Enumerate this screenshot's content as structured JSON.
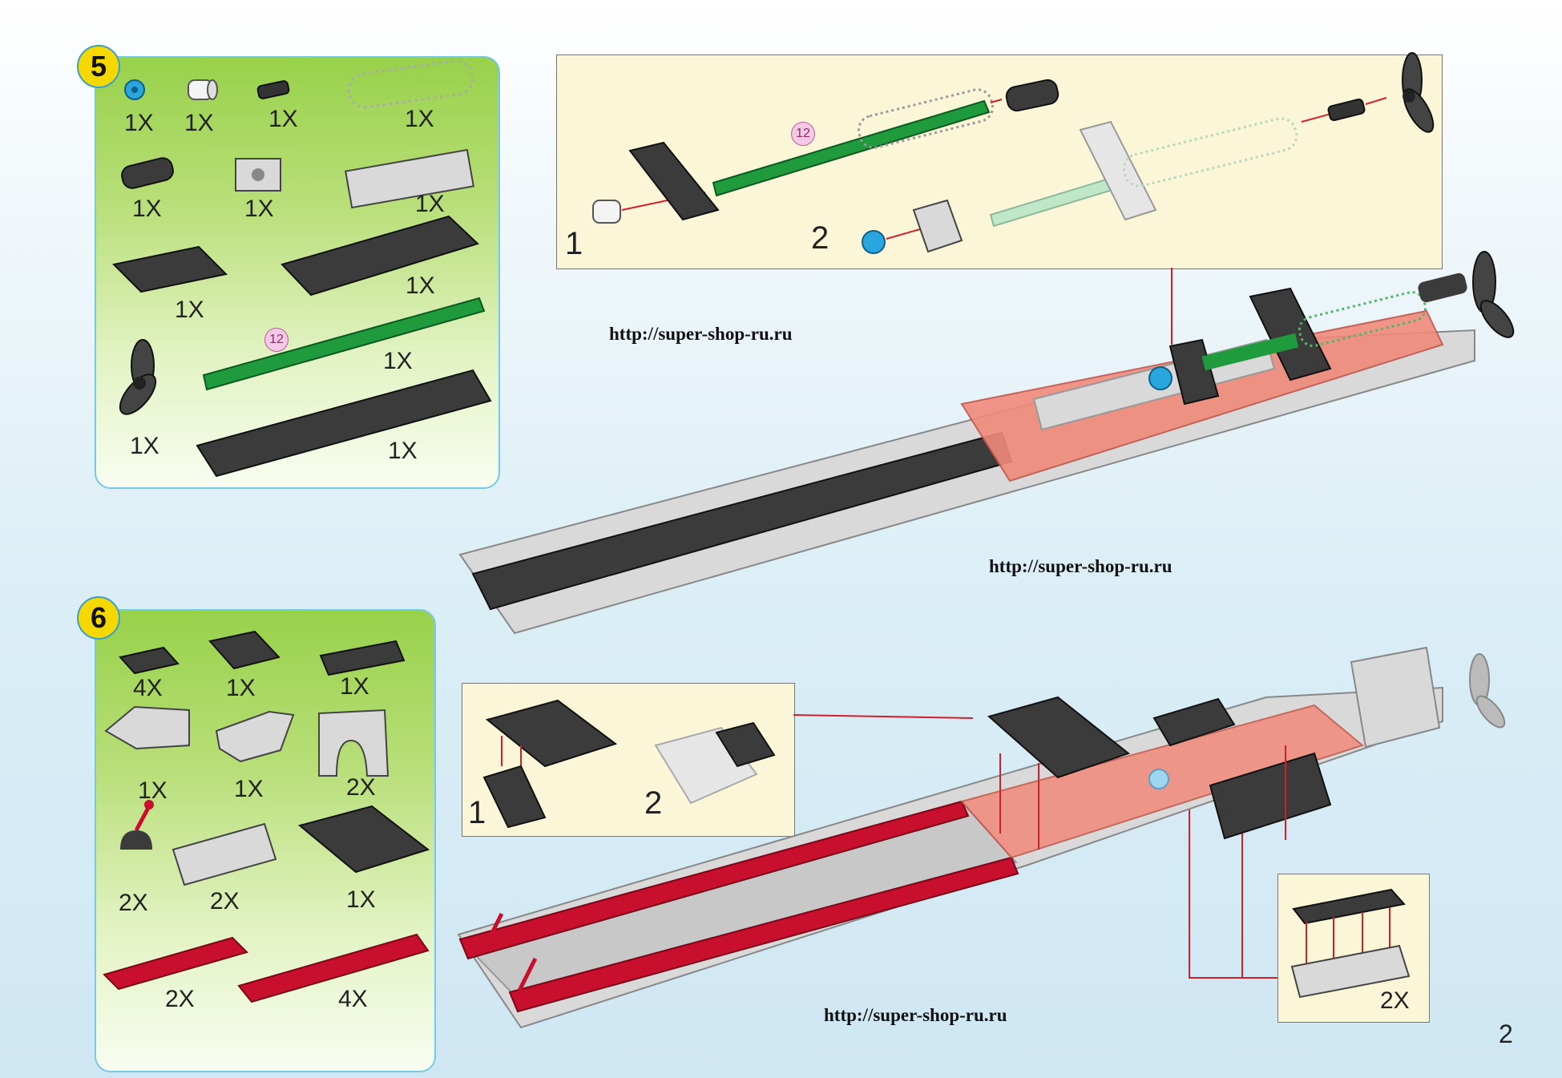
{
  "page_number": "2",
  "watermark_url": "http://super-shop-ru.ru",
  "step5": {
    "number": "5",
    "quantities": [
      "1X",
      "1X",
      "1X",
      "1X",
      "1X",
      "1X",
      "1X",
      "1X",
      "1X",
      "1X",
      "1X",
      "1X"
    ],
    "axle_length_badge": "12",
    "callout": {
      "sub1": "1",
      "sub2": "2",
      "axle_length_badge": "12"
    }
  },
  "step6": {
    "number": "6",
    "quantities": [
      "4X",
      "1X",
      "1X",
      "1X",
      "1X",
      "2X",
      "2X",
      "2X",
      "1X",
      "2X",
      "4X"
    ],
    "callout": {
      "sub1": "1",
      "sub2": "2"
    },
    "small_callout": {
      "quantity": "2X"
    }
  },
  "colors": {
    "panel_border": "#76c8e4",
    "step_badge": "#f5d800",
    "brick_dark": "#3b3b3b",
    "brick_light": "#d9d9d9",
    "brick_red": "#c8102e",
    "brick_salmon": "#f08a7a",
    "axle_green": "#1f9a3c",
    "connector_blue": "#2aa6de",
    "arrow_red": "#d0202a"
  }
}
